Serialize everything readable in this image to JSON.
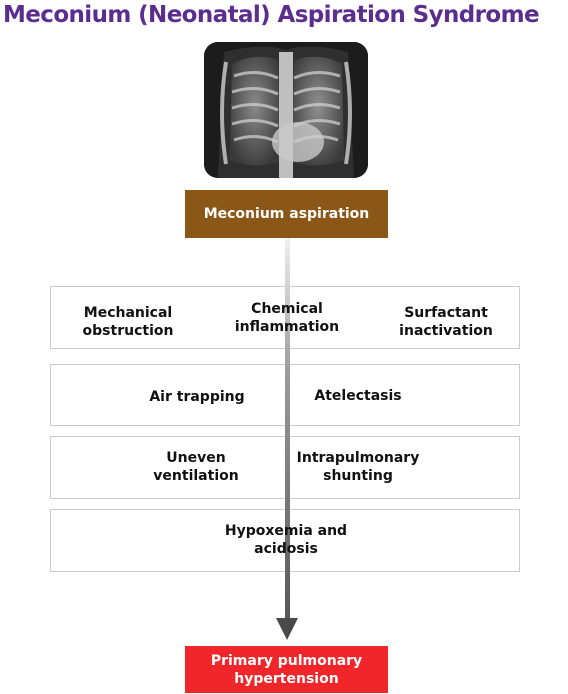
{
  "title": "Meconium (Neonatal) Aspiration Syndrome",
  "image": {
    "name": "chest-xray-image"
  },
  "start": "Meconium aspiration",
  "rows": [
    [
      "Mechanical\nobstruction",
      "Chemical\ninflammation",
      "Surfactant\ninactivation"
    ],
    [
      "Air trapping",
      "Atelectasis"
    ],
    [
      "Uneven\nventilation",
      "Intrapulmonary\nshunting"
    ],
    [
      "Hypoxemia and\nacidosis"
    ]
  ],
  "end": "Primary pulmonary\nhypertension",
  "colors": {
    "title": "#5b2d8e",
    "start_box": "#8a5716",
    "end_box": "#f0262a",
    "arrow": "#555555"
  }
}
